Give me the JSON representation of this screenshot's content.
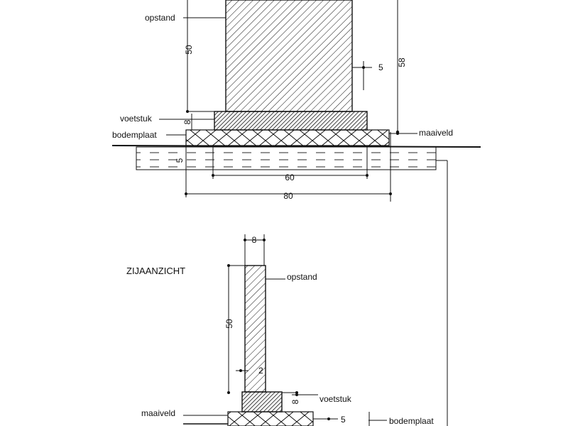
{
  "front_view": {
    "labels": {
      "opstand": "opstand",
      "voetstuk": "voetstuk",
      "bodemplaat": "bodemplaat",
      "maaiveld": "maaiveld"
    },
    "dimensions": {
      "wall_height": "50",
      "total_height": "58",
      "offset": "5",
      "pedestal_height": "8",
      "slab_height": "5",
      "pedestal_width": "60",
      "slab_width": "80"
    }
  },
  "side_view": {
    "title": "ZIJAANZICHT",
    "labels": {
      "opstand": "opstand",
      "voetstuk": "voetstuk",
      "bodemplaat": "bodemplaat",
      "maaiveld": "maaiveld"
    },
    "dimensions": {
      "wall_thickness": "8",
      "wall_height": "50",
      "step": "2",
      "pedestal_height": "8",
      "slab_height": "5"
    }
  }
}
